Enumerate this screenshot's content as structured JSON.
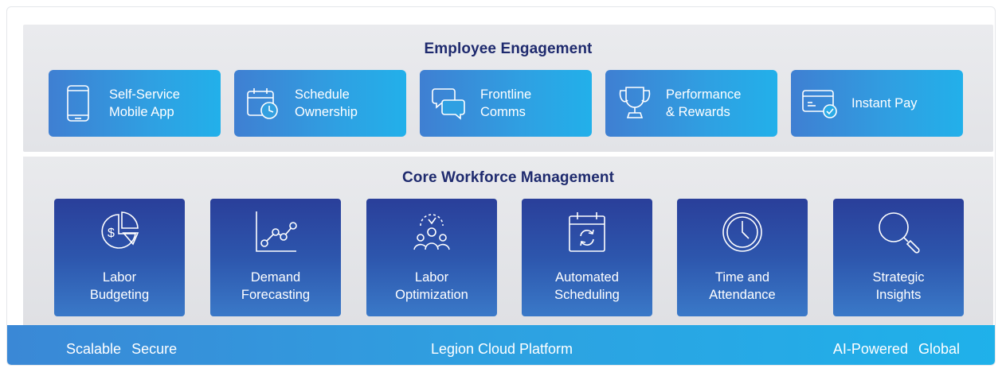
{
  "engagement": {
    "title": "Employee Engagement",
    "cards": [
      {
        "icon": "mobile-phone-icon",
        "line1": "Self-Service",
        "line2": "Mobile App"
      },
      {
        "icon": "calendar-clock-icon",
        "line1": "Schedule",
        "line2": "Ownership"
      },
      {
        "icon": "chat-bubbles-icon",
        "line1": "Frontline",
        "line2": "Comms"
      },
      {
        "icon": "trophy-icon",
        "line1": "Performance",
        "line2": "& Rewards"
      },
      {
        "icon": "credit-card-check-icon",
        "line1": "Instant Pay",
        "line2": ""
      }
    ]
  },
  "core": {
    "title": "Core Workforce Management",
    "cards": [
      {
        "icon": "pie-chart-dollar-icon",
        "line1": "Labor",
        "line2": "Budgeting"
      },
      {
        "icon": "line-chart-icon",
        "line1": "Demand",
        "line2": "Forecasting"
      },
      {
        "icon": "team-clock-icon",
        "line1": "Labor",
        "line2": "Optimization"
      },
      {
        "icon": "calendar-refresh-icon",
        "line1": "Automated",
        "line2": "Scheduling"
      },
      {
        "icon": "clock-icon",
        "line1": "Time and",
        "line2": "Attendance"
      },
      {
        "icon": "magnifier-icon",
        "line1": "Strategic",
        "line2": "Insights"
      }
    ]
  },
  "platform": {
    "title": "Legion Cloud Platform",
    "left": [
      "Scalable",
      "Secure"
    ],
    "right": [
      "AI-Powered",
      "Global"
    ]
  }
}
